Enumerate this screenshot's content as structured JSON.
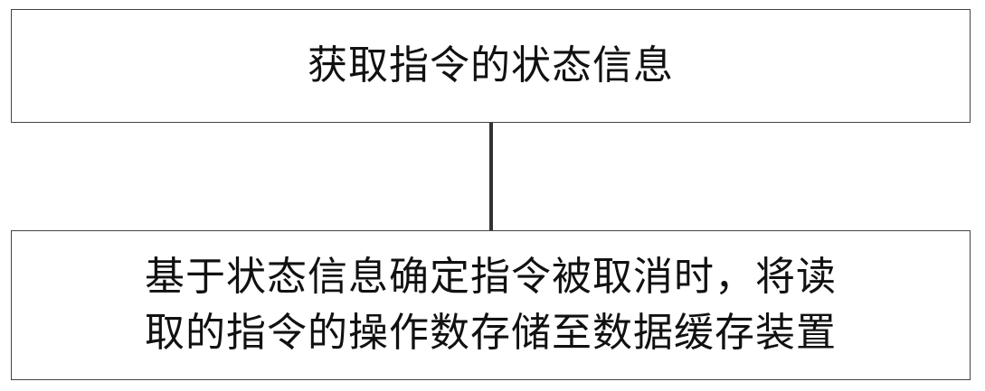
{
  "steps": [
    {
      "lines": [
        "获取指令的状态信息"
      ]
    },
    {
      "lines": [
        "基于状态信息确定指令被取消时，将读",
        "取的指令的操作数存储至数据缓存装置"
      ]
    }
  ]
}
